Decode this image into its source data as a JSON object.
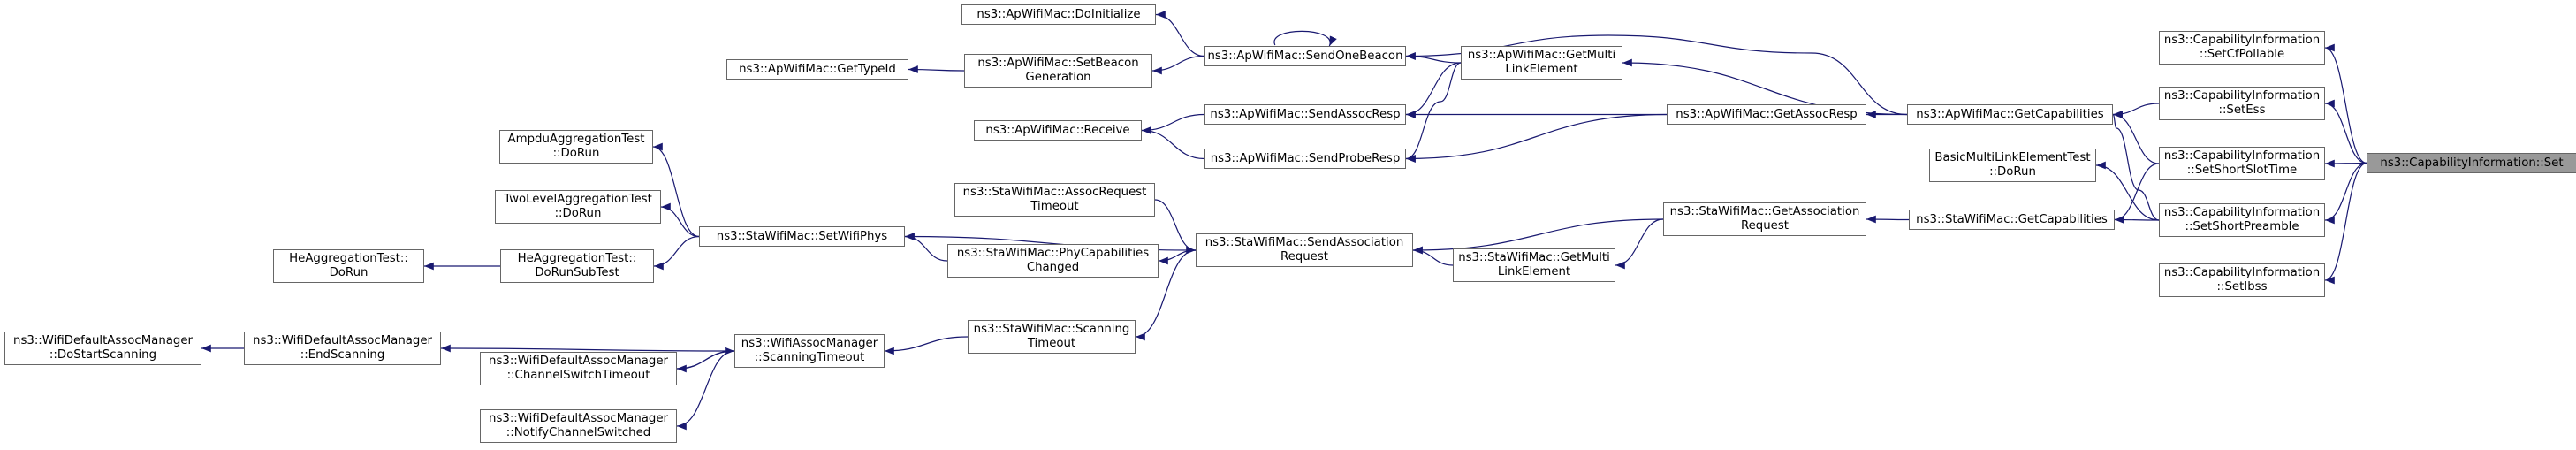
{
  "colors": {
    "edge": "#191970",
    "node_border": "#666666",
    "target_fill": "#999999"
  },
  "nodes": [
    {
      "id": "cap_set",
      "lines": [
        "ns3::CapabilityInformation::Set"
      ],
      "target": true
    },
    {
      "id": "cap_setcf",
      "lines": [
        "ns3::CapabilityInformation",
        "::SetCfPollable"
      ]
    },
    {
      "id": "cap_setess",
      "lines": [
        "ns3::CapabilityInformation",
        "::SetEss"
      ]
    },
    {
      "id": "cap_setslot",
      "lines": [
        "ns3::CapabilityInformation",
        "::SetShortSlotTime"
      ]
    },
    {
      "id": "cap_setpre",
      "lines": [
        "ns3::CapabilityInformation",
        "::SetShortPreamble"
      ]
    },
    {
      "id": "cap_setibss",
      "lines": [
        "ns3::CapabilityInformation",
        "::SetIbss"
      ]
    },
    {
      "id": "ap_getcap",
      "lines": [
        "ns3::ApWifiMac::GetCapabilities"
      ]
    },
    {
      "id": "bml_dorun",
      "lines": [
        "BasicMultiLinkElementTest",
        "::DoRun"
      ]
    },
    {
      "id": "sta_getcap",
      "lines": [
        "ns3::StaWifiMac::GetCapabilities"
      ]
    },
    {
      "id": "ap_getml",
      "lines": [
        "ns3::ApWifiMac::GetMulti",
        "LinkElement"
      ]
    },
    {
      "id": "ap_getassoc",
      "lines": [
        "ns3::ApWifiMac::GetAssocResp"
      ]
    },
    {
      "id": "sta_getassocreq",
      "lines": [
        "ns3::StaWifiMac::GetAssociation",
        "Request"
      ]
    },
    {
      "id": "ap_sendbeacon",
      "lines": [
        "ns3::ApWifiMac::SendOneBeacon"
      ]
    },
    {
      "id": "ap_sendassoc",
      "lines": [
        "ns3::ApWifiMac::SendAssocResp"
      ]
    },
    {
      "id": "ap_sendprobe",
      "lines": [
        "ns3::ApWifiMac::SendProbeResp"
      ]
    },
    {
      "id": "sta_sendassocreq",
      "lines": [
        "ns3::StaWifiMac::SendAssociation",
        "Request"
      ]
    },
    {
      "id": "sta_getml",
      "lines": [
        "ns3::StaWifiMac::GetMulti",
        "LinkElement"
      ]
    },
    {
      "id": "ap_doinit",
      "lines": [
        "ns3::ApWifiMac::DoInitialize"
      ]
    },
    {
      "id": "ap_setbeacon",
      "lines": [
        "ns3::ApWifiMac::SetBeacon",
        "Generation"
      ]
    },
    {
      "id": "ap_gettypeid",
      "lines": [
        "ns3::ApWifiMac::GetTypeId"
      ]
    },
    {
      "id": "ap_receive",
      "lines": [
        "ns3::ApWifiMac::Receive"
      ]
    },
    {
      "id": "sta_assoctimeout",
      "lines": [
        "ns3::StaWifiMac::AssocRequest",
        "Timeout"
      ]
    },
    {
      "id": "sta_phycap",
      "lines": [
        "ns3::StaWifiMac::PhyCapabilities",
        "Changed"
      ]
    },
    {
      "id": "sta_scantimeout",
      "lines": [
        "ns3::StaWifiMac::Scanning",
        "Timeout"
      ]
    },
    {
      "id": "sta_setphys",
      "lines": [
        "ns3::StaWifiMac::SetWifiPhys"
      ]
    },
    {
      "id": "ampdu_dorun",
      "lines": [
        "AmpduAggregationTest",
        "::DoRun"
      ]
    },
    {
      "id": "twolevel_dorun",
      "lines": [
        "TwoLevelAggregationTest",
        "::DoRun"
      ]
    },
    {
      "id": "he_dorunsub",
      "lines": [
        "HeAggregationTest::",
        "DoRunSubTest"
      ]
    },
    {
      "id": "he_dorun",
      "lines": [
        "HeAggregationTest::",
        "DoRun"
      ]
    },
    {
      "id": "wam_scantimeout",
      "lines": [
        "ns3::WifiAssocManager",
        "::ScanningTimeout"
      ]
    },
    {
      "id": "wdam_endscan",
      "lines": [
        "ns3::WifiDefaultAssocManager",
        "::EndScanning"
      ]
    },
    {
      "id": "wdam_chswitch",
      "lines": [
        "ns3::WifiDefaultAssocManager",
        "::ChannelSwitchTimeout"
      ]
    },
    {
      "id": "wdam_notify",
      "lines": [
        "ns3::WifiDefaultAssocManager",
        "::NotifyChannelSwitched"
      ]
    },
    {
      "id": "wdam_startscan",
      "lines": [
        "ns3::WifiDefaultAssocManager",
        "::DoStartScanning"
      ]
    }
  ],
  "edges": [
    [
      "cap_setcf",
      "cap_set"
    ],
    [
      "cap_setess",
      "cap_set"
    ],
    [
      "cap_setslot",
      "cap_set"
    ],
    [
      "cap_setpre",
      "cap_set"
    ],
    [
      "cap_setibss",
      "cap_set"
    ],
    [
      "ap_getcap",
      "cap_setess"
    ],
    [
      "ap_getcap",
      "cap_setslot"
    ],
    [
      "ap_getcap",
      "cap_setpre"
    ],
    [
      "bml_dorun",
      "cap_setpre"
    ],
    [
      "sta_getcap",
      "cap_setslot"
    ],
    [
      "sta_getcap",
      "cap_setpre"
    ],
    [
      "ap_getml",
      "ap_getcap"
    ],
    [
      "ap_getassoc",
      "ap_getcap"
    ],
    [
      "ap_sendbeacon",
      "ap_getcap"
    ],
    [
      "sta_getassocreq",
      "sta_getcap"
    ],
    [
      "ap_sendbeacon",
      "ap_getml"
    ],
    [
      "ap_sendassoc",
      "ap_getml"
    ],
    [
      "ap_sendprobe",
      "ap_getml"
    ],
    [
      "ap_sendassoc",
      "ap_getassoc"
    ],
    [
      "ap_sendprobe",
      "ap_getassoc"
    ],
    [
      "sta_sendassocreq",
      "sta_getassocreq"
    ],
    [
      "sta_getml",
      "sta_getassocreq"
    ],
    [
      "ap_doinit",
      "ap_sendbeacon"
    ],
    [
      "ap_setbeacon",
      "ap_sendbeacon"
    ],
    [
      "ap_sendbeacon",
      "ap_sendbeacon"
    ],
    [
      "ap_gettypeid",
      "ap_setbeacon"
    ],
    [
      "ap_receive",
      "ap_sendassoc"
    ],
    [
      "ap_receive",
      "ap_sendprobe"
    ],
    [
      "sta_sendassocreq",
      "sta_assoctimeout"
    ],
    [
      "sta_setphys",
      "sta_sendassocreq"
    ],
    [
      "sta_phycap",
      "sta_sendassocreq"
    ],
    [
      "sta_scantimeout",
      "sta_sendassocreq"
    ],
    [
      "sta_sendassocreq",
      "sta_getml"
    ],
    [
      "ampdu_dorun",
      "sta_setphys"
    ],
    [
      "twolevel_dorun",
      "sta_setphys"
    ],
    [
      "he_dorunsub",
      "sta_setphys"
    ],
    [
      "he_dorun",
      "he_dorunsub"
    ],
    [
      "sta_setphys",
      "sta_phycap"
    ],
    [
      "wam_scantimeout",
      "sta_scantimeout"
    ],
    [
      "wdam_endscan",
      "wam_scantimeout"
    ],
    [
      "wdam_chswitch",
      "wam_scantimeout"
    ],
    [
      "wdam_notify",
      "wam_scantimeout"
    ],
    [
      "wdam_startscan",
      "wdam_endscan"
    ],
    [
      "wam_scantimeout",
      "wdam_chswitch"
    ]
  ]
}
